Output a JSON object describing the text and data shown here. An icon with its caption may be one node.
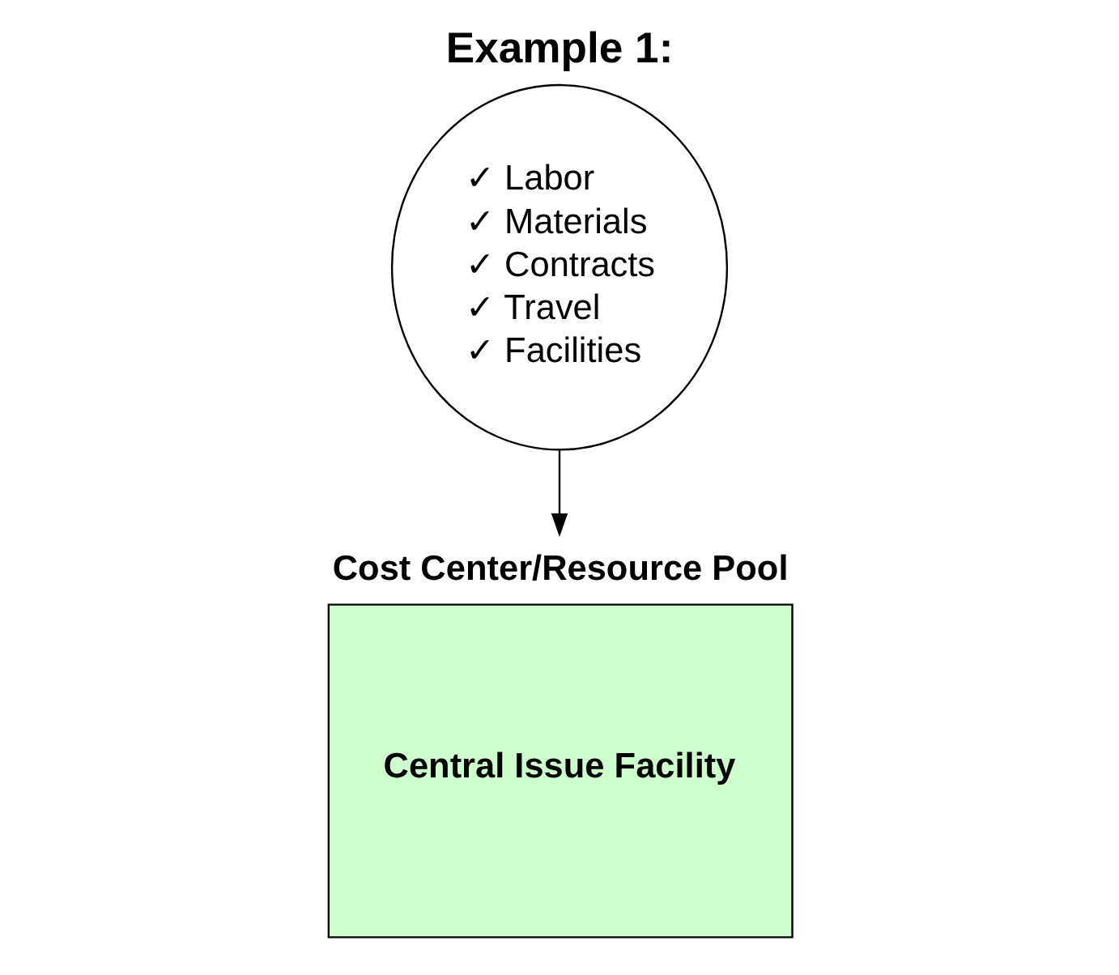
{
  "diagram": {
    "title": "Example 1:",
    "nodes": [
      {
        "text": [
          "✓ Labor",
          "✓ Materials",
          "✓ Contracts",
          "✓ Travel",
          "✓ Facilities"
        ]
      },
      {
        "text": [
          "Cost Center/Resource Pool",
          "Central Issue Facility"
        ]
      }
    ],
    "edges": [
      {
        "from": 0,
        "to": 1,
        "arrow": "to"
      }
    ]
  }
}
